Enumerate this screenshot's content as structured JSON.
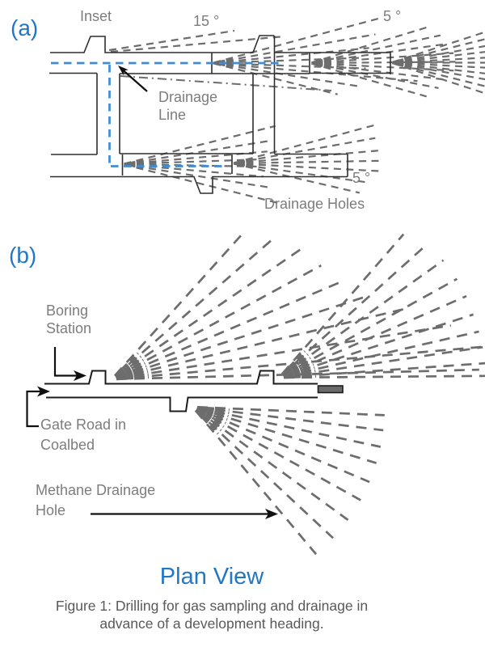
{
  "panel_a": {
    "label": "(a)",
    "inset_label": "Inset",
    "angle_15_label": "15 °",
    "angle_5_top_label": "5 °",
    "drainage_line_label_line1": "Drainage",
    "drainage_line_label_line2": "Line",
    "angle_5_bottom_label": "5 °",
    "drainage_holes_label": "Drainage Holes"
  },
  "panel_b": {
    "label": "(b)",
    "boring_station_label_line1": "Boring",
    "boring_station_label_line2": "Station",
    "gate_road_label_line1": "Gate Road in",
    "gate_road_label_line2": "Coalbed",
    "methane_label_line1": "Methane Drainage",
    "methane_label_line2": "Hole",
    "plan_view_label": "Plan View"
  },
  "caption": {
    "line1": "Figure 1: Drilling for gas sampling and drainage in",
    "line2": "advance of a development heading."
  },
  "colors": {
    "accent_blue": "#2277C4",
    "drainage_line_blue": "#3F8CD9",
    "hole_dash_gray": "#6d6d6d",
    "label_gray": "#7d7d7d",
    "caption_gray": "#595959",
    "structure_black": "#2e2e2e",
    "face_fill_gray": "#6a6a6a"
  }
}
